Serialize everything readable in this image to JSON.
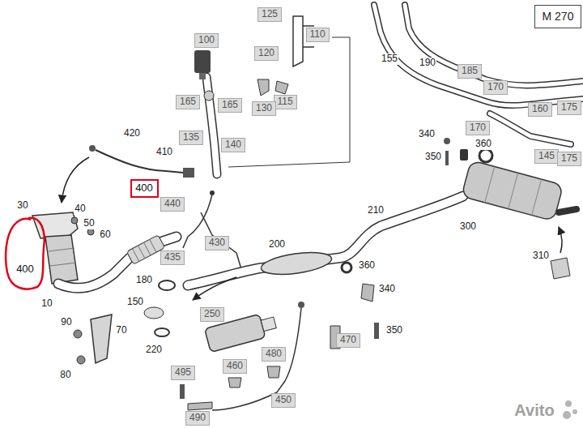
{
  "diagram": {
    "nodes": [
      {
        "text": [
          "125"
        ]
      },
      {
        "text": [
          "110"
        ]
      },
      {
        "text": [
          "M 270"
        ]
      },
      {
        "text": [
          "100"
        ]
      },
      {
        "text": [
          "120"
        ]
      },
      {
        "text": [
          "185"
        ]
      },
      {
        "text": [
          "170"
        ]
      },
      {
        "text": [
          "165"
        ]
      },
      {
        "text": [
          "165"
        ]
      },
      {
        "text": [
          "115"
        ]
      },
      {
        "text": [
          "130"
        ]
      },
      {
        "text": [
          "160"
        ]
      },
      {
        "text": [
          "175"
        ]
      },
      {
        "text": [
          "170"
        ]
      },
      {
        "text": [
          "135"
        ]
      },
      {
        "text": [
          "140"
        ]
      },
      {
        "text": [
          "145"
        ]
      },
      {
        "text": [
          "175"
        ]
      },
      {
        "text": [
          "400"
        ]
      },
      {
        "text": [
          "440"
        ]
      },
      {
        "text": [
          "430"
        ]
      },
      {
        "text": [
          "435"
        ]
      },
      {
        "text": [
          "400"
        ]
      },
      {
        "text": [
          "250"
        ]
      },
      {
        "text": [
          "470"
        ]
      },
      {
        "text": [
          "480"
        ]
      },
      {
        "text": [
          "460"
        ]
      },
      {
        "text": [
          "495"
        ]
      },
      {
        "text": [
          "450"
        ]
      },
      {
        "text": [
          "490"
        ]
      }
    ],
    "labels": [
      "155",
      "190",
      "420",
      "340",
      "360",
      "410",
      "350",
      "30",
      "40",
      "210",
      "50",
      "300",
      "60",
      "200",
      "310",
      "360",
      "180",
      "340",
      "10",
      "150",
      "90",
      "70",
      "350",
      "220",
      "80",
      "Avito"
    ]
  }
}
